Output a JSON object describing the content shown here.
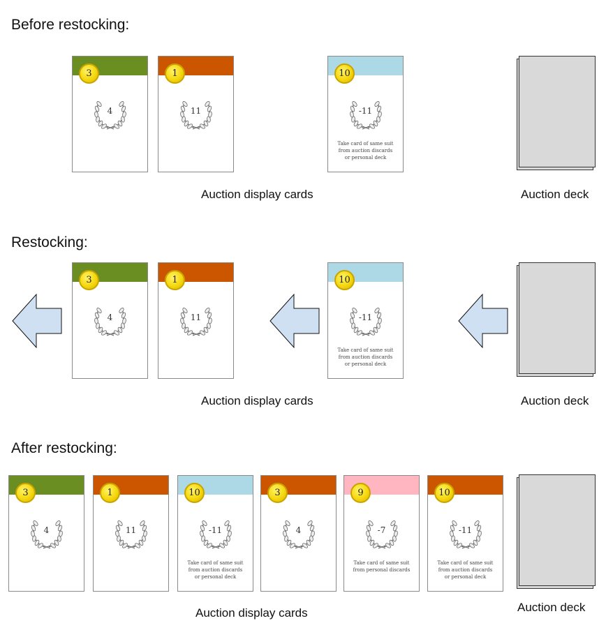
{
  "sections": [
    {
      "heading": "Before restocking:",
      "display_caption": "Auction display cards",
      "deck_caption": "Auction deck"
    },
    {
      "heading": "Restocking:",
      "display_caption": "Auction display cards",
      "deck_caption": "Auction deck"
    },
    {
      "heading": "After restocking:",
      "display_caption": "Auction display cards",
      "deck_caption": "Auction deck"
    }
  ],
  "colors": {
    "green": "#6b8e23",
    "orange": "#cc5500",
    "light_blue": "#add8e6",
    "pink": "#ffb6c1"
  },
  "cards": {
    "before": [
      {
        "coin": "3",
        "value": "4",
        "color": "#6b8e23",
        "ability": ""
      },
      {
        "coin": "1",
        "value": "11",
        "color": "#cc5500",
        "ability": ""
      },
      {
        "coin": "10",
        "value": "-11",
        "color": "#add8e6",
        "ability": "Take card of same suit\nfrom auction discards\nor personal deck"
      }
    ],
    "restocking": [
      {
        "coin": "3",
        "value": "4",
        "color": "#6b8e23",
        "ability": ""
      },
      {
        "coin": "1",
        "value": "11",
        "color": "#cc5500",
        "ability": ""
      },
      {
        "coin": "10",
        "value": "-11",
        "color": "#add8e6",
        "ability": "Take card of same suit\nfrom auction discards\nor personal deck"
      }
    ],
    "after": [
      {
        "coin": "3",
        "value": "4",
        "color": "#6b8e23",
        "ability": ""
      },
      {
        "coin": "1",
        "value": "11",
        "color": "#cc5500",
        "ability": ""
      },
      {
        "coin": "10",
        "value": "-11",
        "color": "#add8e6",
        "ability": "Take card of same suit\nfrom auction discards\nor personal deck"
      },
      {
        "coin": "3",
        "value": "4",
        "color": "#cc5500",
        "ability": ""
      },
      {
        "coin": "9",
        "value": "-7",
        "color": "#ffb6c1",
        "ability": "Take card of same suit\nfrom personal discards"
      },
      {
        "coin": "10",
        "value": "-11",
        "color": "#cc5500",
        "ability": "Take card of same suit\nfrom auction discards\nor personal deck"
      }
    ]
  },
  "icons": {
    "wreath": "laurel-wreath-icon",
    "coin": "gold-coin-icon",
    "arrow": "left-arrow-icon"
  }
}
